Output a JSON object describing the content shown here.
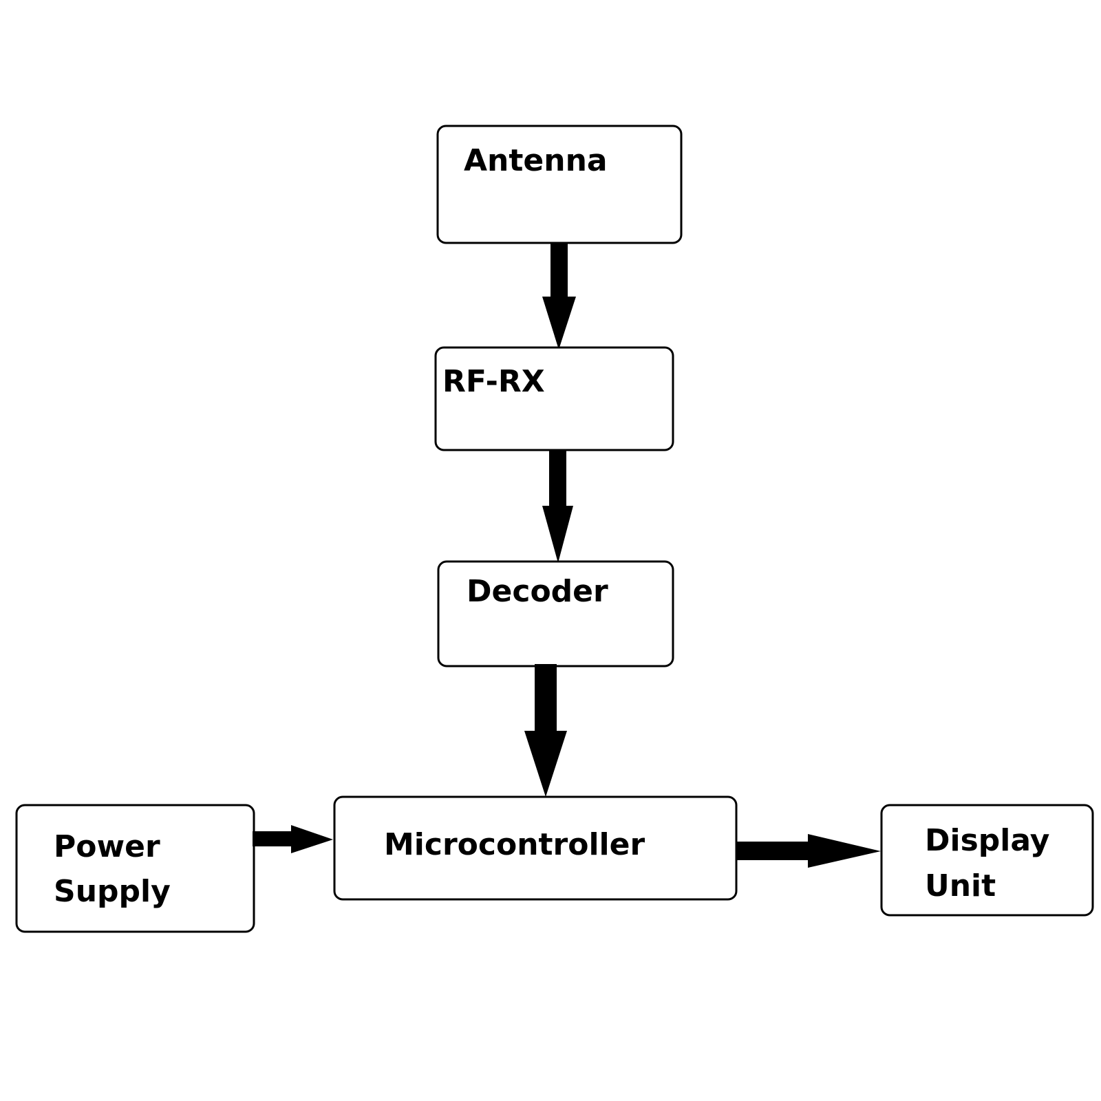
{
  "diagram": {
    "blocks": {
      "antenna": {
        "label": "Antenna"
      },
      "rf_rx": {
        "label": "RF-RX"
      },
      "decoder": {
        "label": "Decoder"
      },
      "microcontroller": {
        "label": "Microcontroller"
      },
      "power_supply": {
        "label_line1": "Power",
        "label_line2": "Supply"
      },
      "display_unit": {
        "label_line1": "Display",
        "label_line2": "Unit"
      }
    },
    "connections": [
      {
        "from": "Antenna",
        "to": "RF-RX"
      },
      {
        "from": "RF-RX",
        "to": "Decoder"
      },
      {
        "from": "Decoder",
        "to": "Microcontroller"
      },
      {
        "from": "Power Supply",
        "to": "Microcontroller"
      },
      {
        "from": "Microcontroller",
        "to": "Display Unit"
      }
    ]
  }
}
